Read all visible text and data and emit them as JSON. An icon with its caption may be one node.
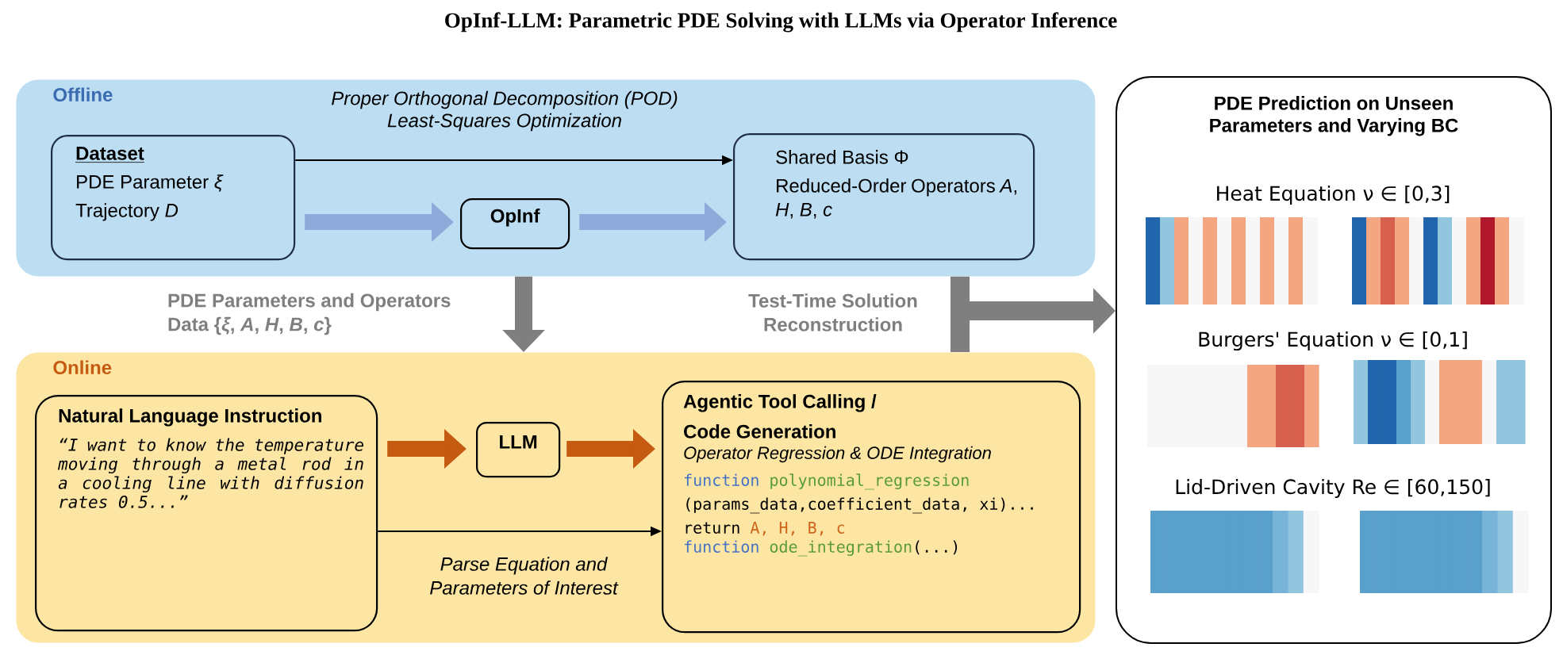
{
  "diagram": {
    "title": "OpInf-LLM: Parametric PDE Solving with LLMs via Operator Inference",
    "nodes": [
      {
        "text": [
          "Offline"
        ]
      },
      {
        "text": [
          "Dataset",
          "PDE Parameter *ξ*",
          "Trajectory *D*"
        ],
        "in": 0
      },
      {
        "text": [
          "OpInf"
        ],
        "in": 0
      },
      {
        "text": [
          "Shared Basis Φ",
          "Reduced-Order Operators *A*, *H*, *B*, *c*"
        ],
        "in": 0
      },
      {
        "text": [
          "Online"
        ]
      },
      {
        "text": [
          "Natural Language Instruction",
          "“I want to know the temperature moving through a metal rod in a cooling line with diffusion rates 0.5...”"
        ],
        "in": 4
      },
      {
        "text": [
          "LLM"
        ],
        "in": 4
      },
      {
        "text": [
          "Agentic Tool Calling / Code Generation",
          "Operator Regression & ODE Integration",
          "function",
          "polynomial_regression",
          "(params_data,coefficient_data, xi)...",
          "return",
          "A, H, B, c",
          "function",
          "ode_integration",
          "(...)"
        ],
        "in": 4
      },
      {
        "text": [
          "PDE Prediction on Unseen Parameters and Varying BC",
          "Heat Equation ν ∈ [0,3]",
          "Burgers' Equation ν ∈ [0,1]",
          "Lid-Driven Cavity Re ∈ [60,150]"
        ]
      }
    ],
    "edges": [
      {
        "from": 1,
        "to": 3,
        "arrow": "to",
        "color": "#000000",
        "label": "Proper Orthogonal Decomposition (POD) Least-Squares Optimization"
      },
      {
        "from": 1,
        "to": 2,
        "arrow": "to",
        "color": "#8eaadb"
      },
      {
        "from": 2,
        "to": 3,
        "arrow": "to",
        "color": "#8eaadb"
      },
      {
        "from": 0,
        "to": 4,
        "arrow": "to",
        "color": "#7f7f7f",
        "label": "PDE Parameters and Operators Data {*ξ*, *A*, *H*, *B*, *c*}"
      },
      {
        "from": 0,
        "to": 8,
        "arrow": "to",
        "color": "#7f7f7f",
        "label": "Test-Time Solution Reconstruction"
      },
      {
        "from": 4,
        "to": 8,
        "arrow": "to",
        "color": "#7f7f7f"
      },
      {
        "from": 5,
        "to": 6,
        "arrow": "to",
        "color": "#c55a11"
      },
      {
        "from": 6,
        "to": 7,
        "arrow": "to",
        "color": "#c55a11"
      },
      {
        "from": 5,
        "to": 7,
        "arrow": "to",
        "color": "#000000",
        "label": "Parse Equation and Parameters of Interest"
      }
    ]
  }
}
